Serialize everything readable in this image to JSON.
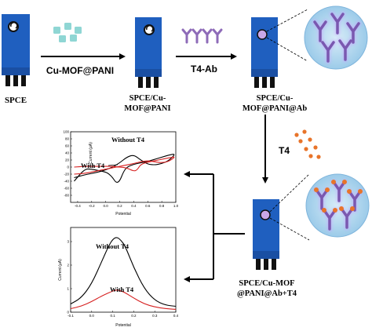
{
  "step_arrows": {
    "mof_label": "Cu-MOF@PANI",
    "ab_label": "T4-Ab",
    "t4_label": "T4"
  },
  "electrodes": {
    "spce": "SPCE",
    "spce_mof_line1": "SPCE/Cu-",
    "spce_mof_line2": "MOF@PANI",
    "spce_ab_line1": "SPCE/Cu-",
    "spce_ab_line2": "MOF@PANI@Ab",
    "spce_final_line1": "SPCE/Cu-MOF",
    "spce_final_line2": "@PANI@Ab+T4"
  },
  "colors": {
    "electrode_blue": "#1f5fbf",
    "cube_teal": "#8fd6d4",
    "antibody_purple": "#8e6bb8",
    "t4_orange": "#e8742a",
    "circle_fill": "#b9dcf2",
    "trace_without": "#000000",
    "trace_with": "#d62020"
  },
  "chart_data": [
    {
      "type": "line",
      "title": "",
      "xlabel": "Potential",
      "ylabel": "Current (μA)",
      "xticks": [
        "-0.4",
        "-0.2",
        "0.0",
        "0.2",
        "0.4",
        "0.6",
        "0.8",
        "1.0"
      ],
      "yticks": [
        "-80",
        "-60",
        "-40",
        "-20",
        "0",
        "20",
        "40",
        "60",
        "80",
        "100"
      ],
      "xlim": [
        -0.5,
        1.0
      ],
      "ylim": [
        -100,
        100
      ],
      "annotations": [
        "Without  T4",
        "With T4"
      ],
      "series": [
        {
          "name": "Without T4",
          "x": [
            -0.45,
            -0.3,
            -0.2,
            -0.1,
            0.0,
            0.1,
            0.2,
            0.3,
            0.4,
            0.5,
            0.6,
            0.7,
            0.8,
            0.9,
            1.0,
            0.9,
            0.8,
            0.7,
            0.6,
            0.5,
            0.4,
            0.3,
            0.25,
            0.2,
            0.15,
            0.1,
            0.05,
            0.0,
            -0.1,
            -0.2,
            -0.3,
            -0.45
          ],
          "values": [
            -30,
            -22,
            -18,
            -14,
            -8,
            0,
            12,
            28,
            35,
            20,
            8,
            6,
            10,
            18,
            38,
            34,
            28,
            22,
            16,
            12,
            8,
            0,
            -15,
            -40,
            -45,
            -30,
            -20,
            -14,
            -10,
            -6,
            -5,
            -40
          ]
        },
        {
          "name": "With T4",
          "x": [
            -0.45,
            -0.3,
            -0.2,
            -0.1,
            0.0,
            0.1,
            0.2,
            0.3,
            0.4,
            0.5,
            0.6,
            0.7,
            0.8,
            0.9,
            1.0,
            0.9,
            0.8,
            0.7,
            0.6,
            0.5,
            0.45,
            0.4,
            0.3,
            0.2,
            0.1,
            0.0,
            -0.1,
            -0.2,
            -0.3,
            -0.45
          ],
          "values": [
            -20,
            -18,
            -14,
            -10,
            -6,
            -2,
            2,
            6,
            10,
            15,
            18,
            15,
            12,
            16,
            30,
            26,
            22,
            18,
            14,
            8,
            -8,
            -12,
            -2,
            0,
            2,
            2,
            2,
            2,
            2,
            0
          ]
        }
      ]
    },
    {
      "type": "line",
      "title": "",
      "xlabel": "Potential",
      "ylabel": "Current (μA)",
      "xticks": [
        "-0.1",
        "0.0",
        "0.1",
        "0.2",
        "0.3",
        "0.4"
      ],
      "yticks": [
        "0",
        "1",
        "2",
        "3"
      ],
      "xlim": [
        -0.1,
        0.4
      ],
      "ylim": [
        0,
        3.6
      ],
      "annotations": [
        "Without T4",
        "With T4"
      ],
      "series": [
        {
          "name": "Without T4",
          "x": [
            -0.1,
            -0.05,
            0.0,
            0.05,
            0.08,
            0.1,
            0.12,
            0.14,
            0.16,
            0.2,
            0.25,
            0.3,
            0.35,
            0.4
          ],
          "values": [
            0.35,
            0.6,
            1.2,
            2.2,
            2.8,
            3.1,
            3.2,
            3.05,
            2.8,
            1.9,
            1.0,
            0.5,
            0.3,
            0.25
          ]
        },
        {
          "name": "With T4",
          "x": [
            -0.1,
            -0.05,
            0.0,
            0.05,
            0.1,
            0.12,
            0.15,
            0.2,
            0.25,
            0.3,
            0.35,
            0.4
          ],
          "values": [
            0.15,
            0.25,
            0.45,
            0.7,
            0.9,
            0.95,
            0.88,
            0.6,
            0.35,
            0.22,
            0.15,
            0.12
          ]
        }
      ]
    }
  ]
}
